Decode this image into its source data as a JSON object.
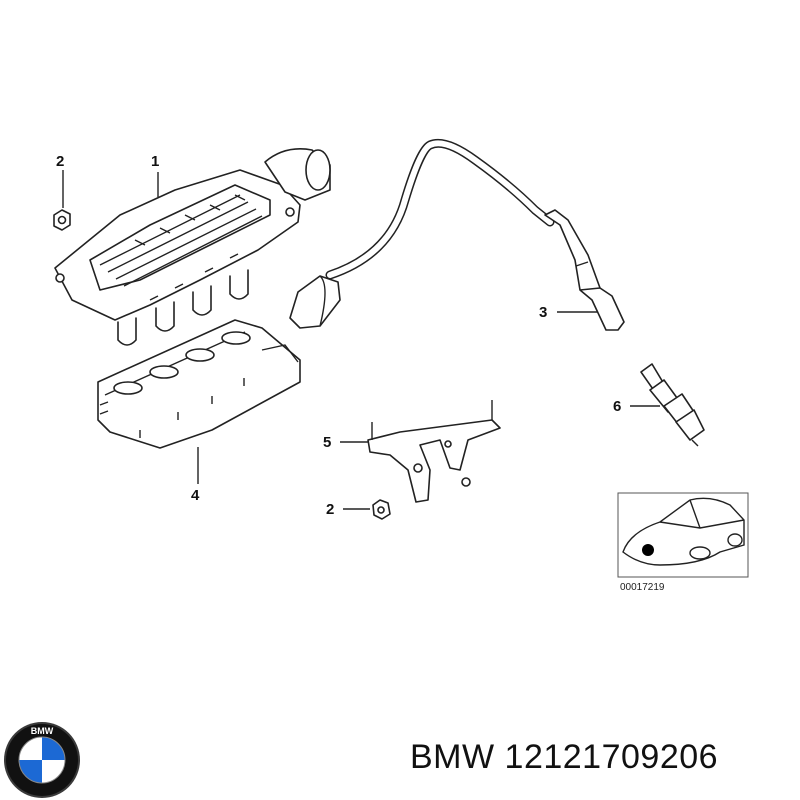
{
  "callouts": {
    "coil": "1",
    "nut_top": "2",
    "ignition_lead": "3",
    "cover": "4",
    "bracket": "5",
    "nut_bottom": "2",
    "spark_plug": "6"
  },
  "reference_number": "00017219",
  "brand": {
    "logo_text": "BMW",
    "caption_brand": "BMW",
    "part_number": "12121709206",
    "colors": {
      "logo_blue": "#1c69d4",
      "logo_ring": "#111111"
    }
  }
}
